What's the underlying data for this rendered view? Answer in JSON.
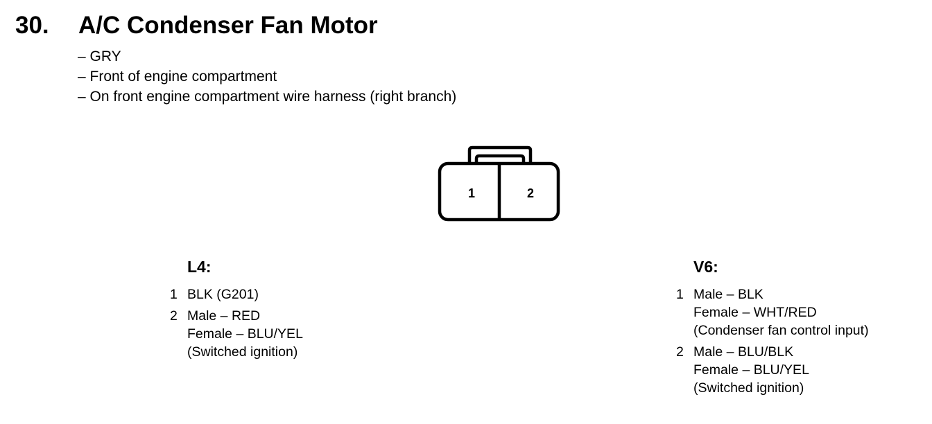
{
  "heading": {
    "number": "30.",
    "title": "A/C Condenser Fan Motor"
  },
  "notes": [
    "– GRY",
    "– Front of engine compartment",
    "– On front engine compartment wire harness (right branch)"
  ],
  "connector": {
    "pins": [
      "1",
      "2"
    ]
  },
  "sections": {
    "l4": {
      "title": "L4:",
      "pins": [
        {
          "number": "1",
          "lines": [
            "BLK (G201)"
          ]
        },
        {
          "number": "2",
          "lines": [
            "Male – RED",
            "Female – BLU/YEL",
            "(Switched ignition)"
          ]
        }
      ]
    },
    "v6": {
      "title": "V6:",
      "pins": [
        {
          "number": "1",
          "lines": [
            "Male – BLK",
            "Female – WHT/RED",
            "(Condenser fan control input)"
          ]
        },
        {
          "number": "2",
          "lines": [
            "Male – BLU/BLK",
            "Female – BLU/YEL",
            "(Switched ignition)"
          ]
        }
      ]
    }
  }
}
